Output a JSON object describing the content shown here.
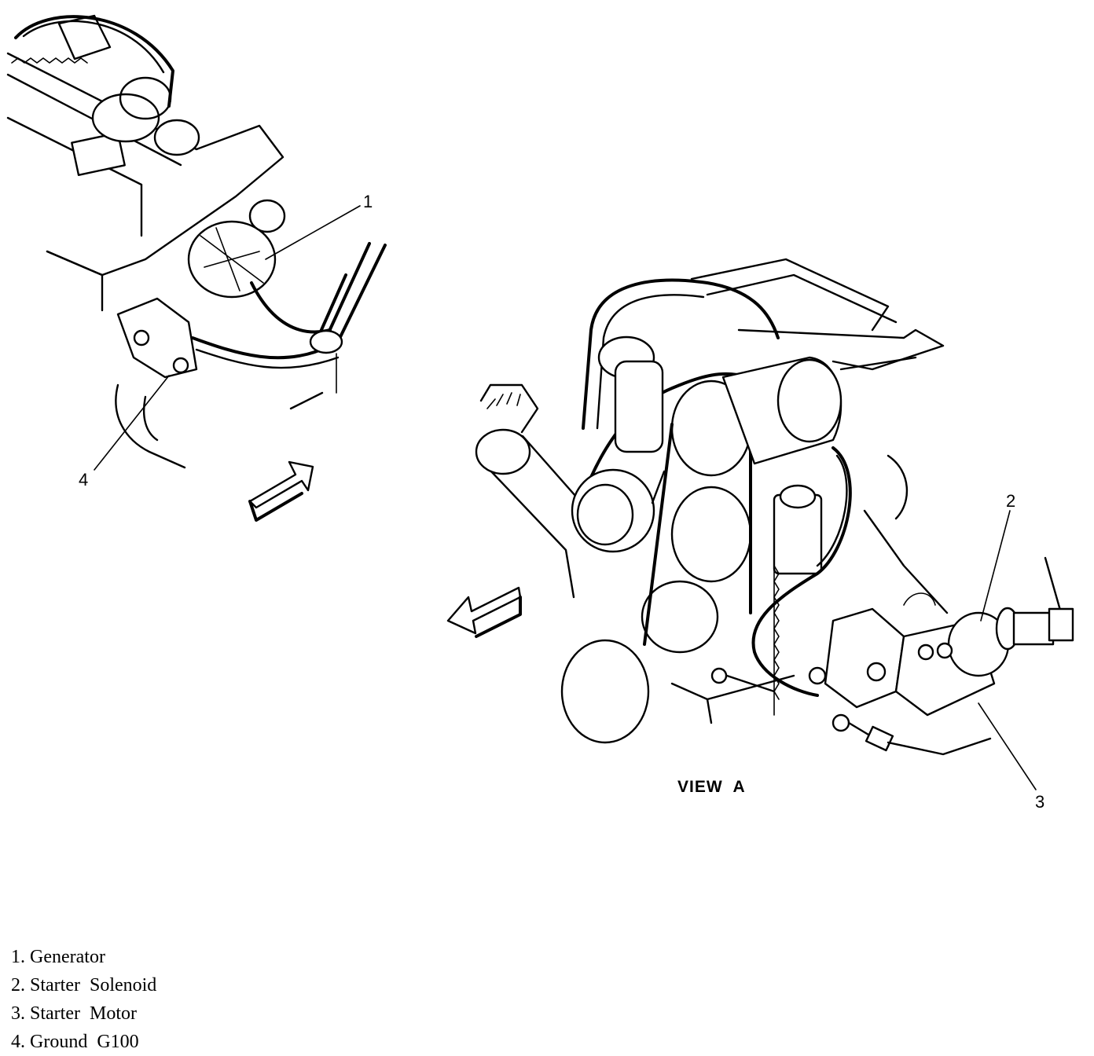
{
  "callouts": {
    "c1": "1",
    "c2": "2",
    "c3": "3",
    "c4": "4"
  },
  "view_label": "VIEW  A",
  "legend": [
    {
      "text": "1. Generator"
    },
    {
      "text": "2. Starter  Solenoid"
    },
    {
      "text": "3. Starter  Motor"
    },
    {
      "text": "4. Ground  G100"
    }
  ]
}
